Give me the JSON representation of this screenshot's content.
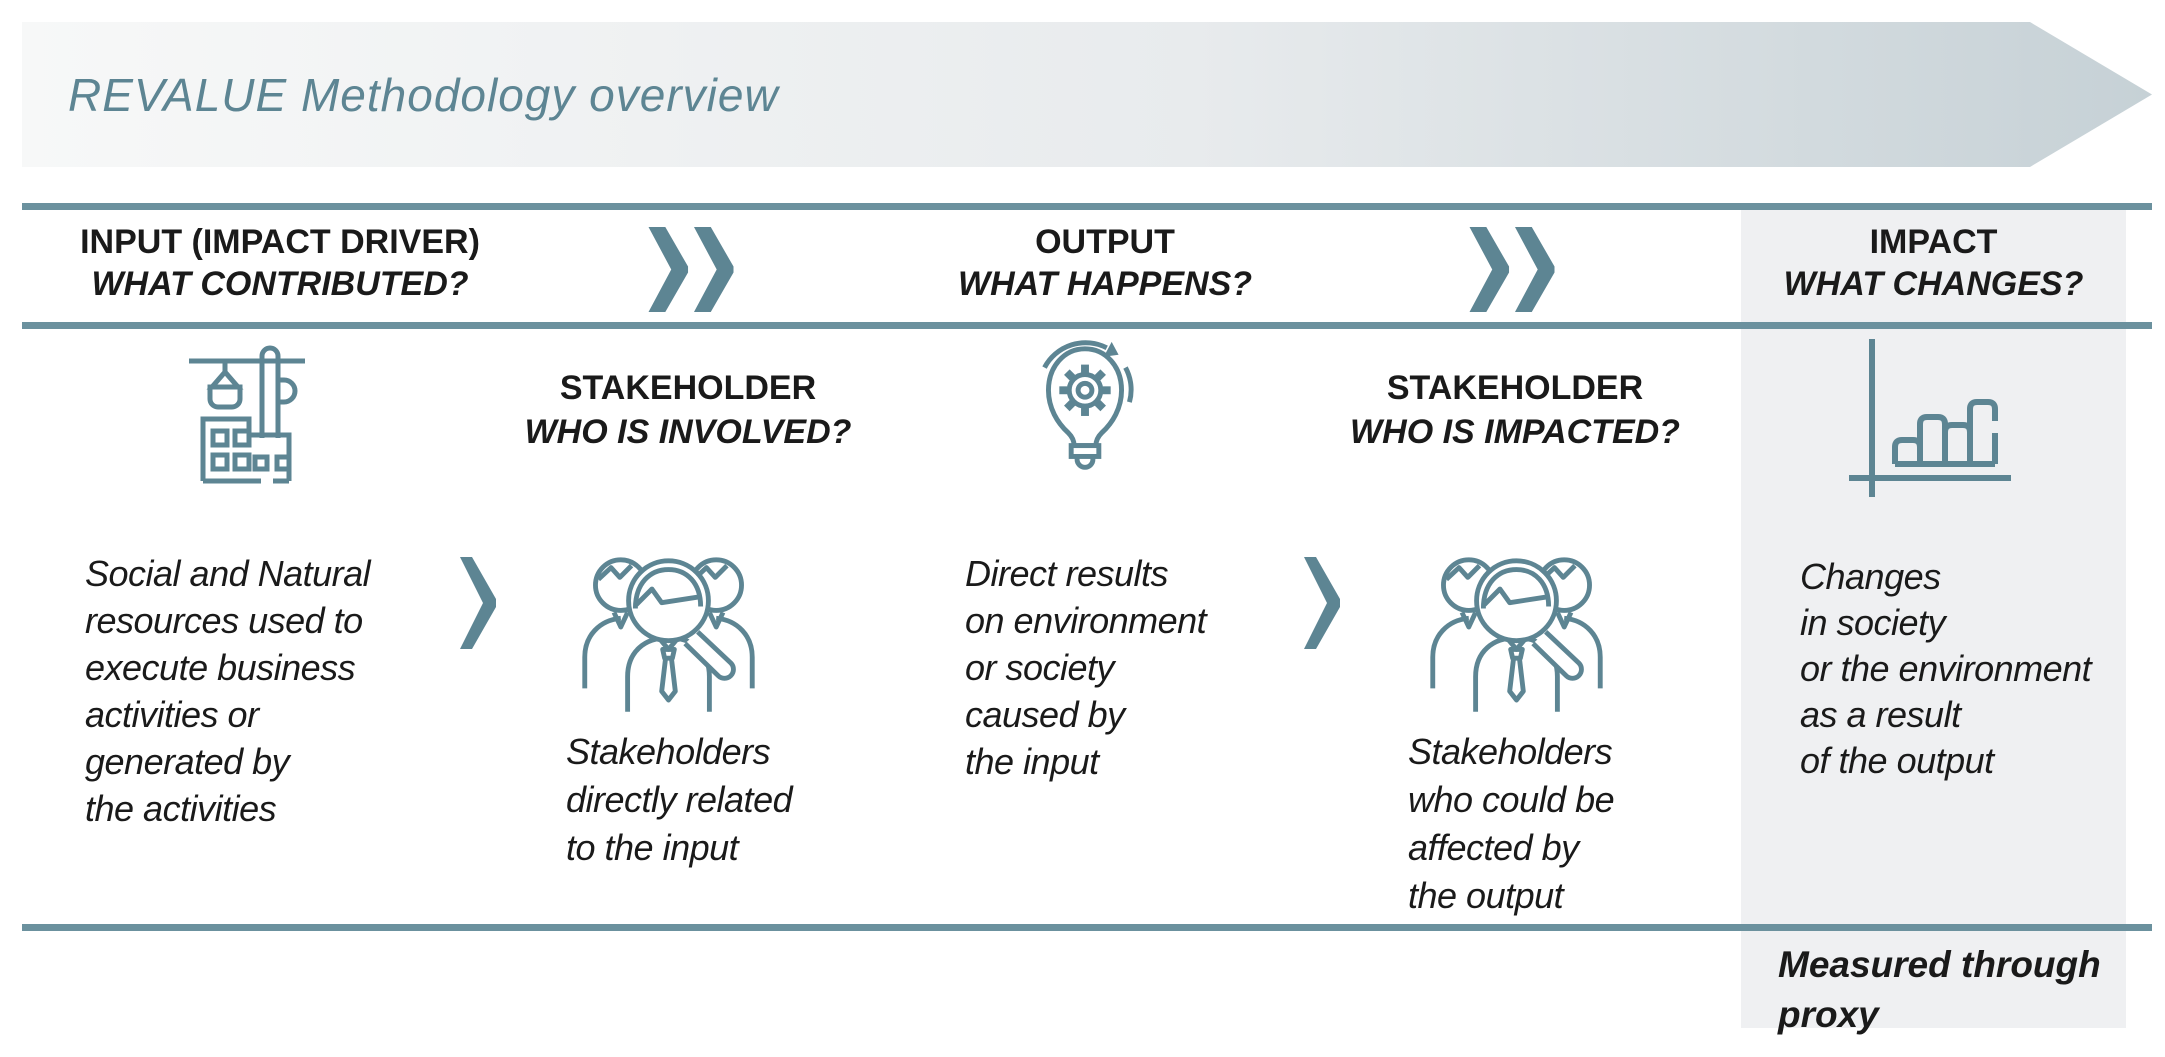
{
  "title": "REVALUE Methodology overview",
  "colors": {
    "teal": "#5d8593",
    "line": "#6b919e",
    "graycol": "#eff0f2",
    "ink": "#1a1a1a",
    "banner_start": "#f7f8f8",
    "banner_end": "#c6d1d6"
  },
  "columns": {
    "input": {
      "title": "INPUT (IMPACT DRIVER)",
      "subtitle": "WHAT CONTRIBUTED?",
      "description": "Social and Natural\nresources used to\nexecute business\nactivities or\ngenerated by\nthe activities",
      "icon": "crane-factory-icon"
    },
    "stakeholder_involved": {
      "title": "STAKEHOLDER",
      "subtitle": "WHO IS INVOLVED?",
      "description": "Stakeholders\ndirectly related\nto the input",
      "icon": "stakeholder-group-magnifier-icon"
    },
    "output": {
      "title": "OUTPUT",
      "subtitle": "WHAT HAPPENS?",
      "description": "Direct results\non environment\nor society\ncaused by\nthe input",
      "icon": "lightbulb-gear-icon"
    },
    "stakeholder_impacted": {
      "title": "STAKEHOLDER",
      "subtitle": "WHO IS IMPACTED?",
      "description": "Stakeholders\nwho could be\naffected by\nthe output",
      "icon": "stakeholder-group-magnifier-icon"
    },
    "impact": {
      "title": "IMPACT",
      "subtitle": "WHAT CHANGES?",
      "description": "Changes\nin society\nor the environment\nas a result\nof the output",
      "icon": "bar-chart-growth-icon",
      "footnote": "Measured through\nproxy"
    }
  }
}
